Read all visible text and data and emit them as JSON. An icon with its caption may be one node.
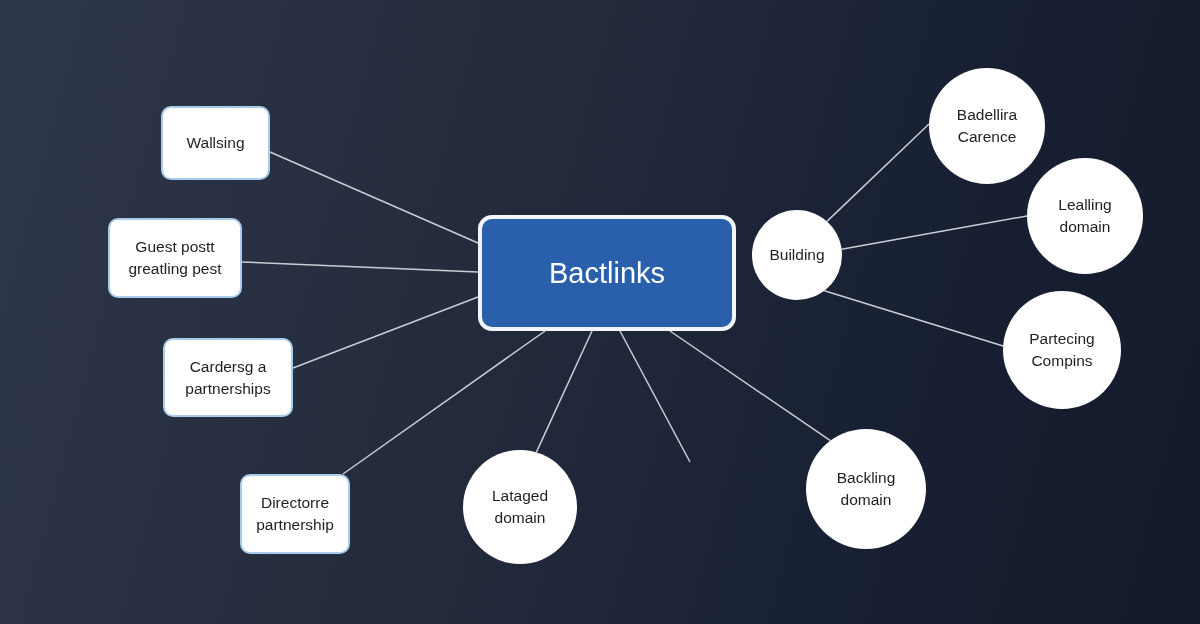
{
  "diagram": {
    "nodes": [
      {
        "text": [
          "Bactlinks"
        ]
      },
      {
        "text": [
          "Wallsing"
        ]
      },
      {
        "text": [
          "Guest postt greatling pest"
        ]
      },
      {
        "text": [
          "Cardersg a partnerships"
        ]
      },
      {
        "text": [
          "Directorre partnership"
        ]
      },
      {
        "text": [
          "Lataged domain"
        ]
      },
      {
        "text": [
          "Building"
        ]
      },
      {
        "text": [
          "Badellira Carence"
        ]
      },
      {
        "text": [
          "Lealling domain"
        ]
      },
      {
        "text": [
          "Partecing Compins"
        ]
      },
      {
        "text": [
          "Backling domain"
        ]
      }
    ],
    "edges": [
      {
        "from": 0,
        "to": 1,
        "arrow": "none"
      },
      {
        "from": 0,
        "to": 2,
        "arrow": "none"
      },
      {
        "from": 0,
        "to": 3,
        "arrow": "none"
      },
      {
        "from": 0,
        "to": 4,
        "arrow": "none"
      },
      {
        "from": 0,
        "to": 5,
        "arrow": "none"
      },
      {
        "from": 0,
        "to": null,
        "arrow": "none"
      },
      {
        "from": 0,
        "to": 10,
        "arrow": "none"
      },
      {
        "from": 6,
        "to": 7,
        "arrow": "none"
      },
      {
        "from": 6,
        "to": 8,
        "arrow": "none"
      },
      {
        "from": 6,
        "to": 9,
        "arrow": "none"
      }
    ]
  }
}
